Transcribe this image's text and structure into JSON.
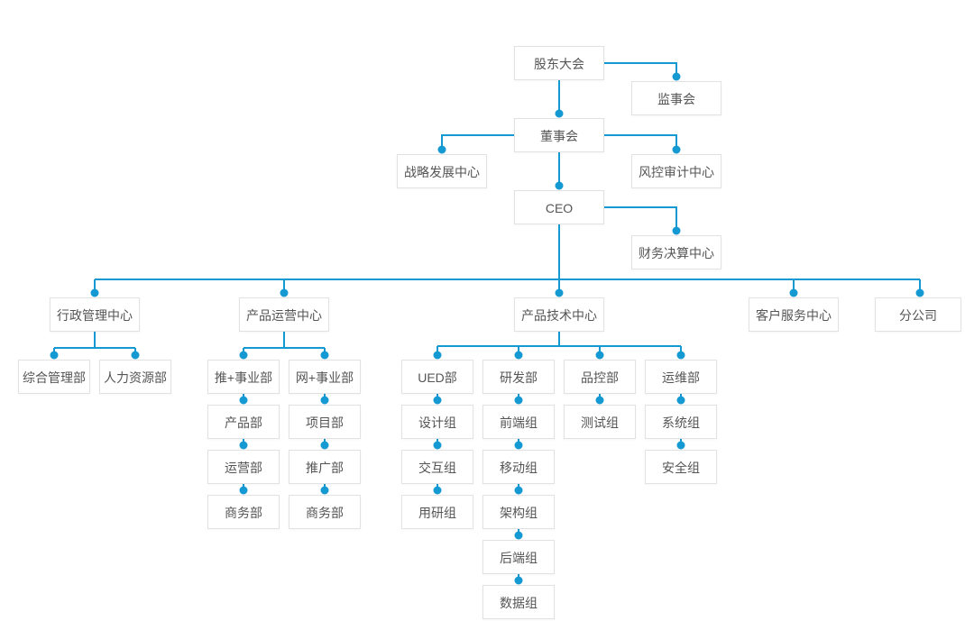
{
  "org_chart": {
    "accent_color": "#1499d3",
    "node_border_color": "#e2e2e2",
    "node_text_color": "#555555",
    "nodes": {
      "shareholders": {
        "label": "股东大会"
      },
      "supervisory": {
        "label": "监事会"
      },
      "board": {
        "label": "董事会"
      },
      "strategy": {
        "label": "战略发展中心"
      },
      "risk_audit": {
        "label": "风控审计中心"
      },
      "ceo": {
        "label": "CEO"
      },
      "finance": {
        "label": "财务决算中心"
      },
      "admin_center": {
        "label": "行政管理中心"
      },
      "general_mgmt": {
        "label": "综合管理部"
      },
      "hr": {
        "label": "人力资源部"
      },
      "product_ops_center": {
        "label": "产品运营中心"
      },
      "tui_division": {
        "label": "推+事业部"
      },
      "product_dept": {
        "label": "产品部"
      },
      "operations_dept": {
        "label": "运营部"
      },
      "business_dept_1": {
        "label": "商务部"
      },
      "wang_division": {
        "label": "网+事业部"
      },
      "project_dept": {
        "label": "项目部"
      },
      "promotion_dept": {
        "label": "推广部"
      },
      "business_dept_2": {
        "label": "商务部"
      },
      "product_tech_center": {
        "label": "产品技术中心"
      },
      "ued_dept": {
        "label": "UED部"
      },
      "design_group": {
        "label": "设计组"
      },
      "interaction_group": {
        "label": "交互组"
      },
      "user_research_group": {
        "label": "用研组"
      },
      "rd_dept": {
        "label": "研发部"
      },
      "frontend_group": {
        "label": "前端组"
      },
      "mobile_group": {
        "label": "移动组"
      },
      "architecture_group": {
        "label": "架构组"
      },
      "backend_group": {
        "label": "后端组"
      },
      "data_group": {
        "label": "数据组"
      },
      "qc_dept": {
        "label": "品控部"
      },
      "testing_group": {
        "label": "测试组"
      },
      "ops_dept": {
        "label": "运维部"
      },
      "system_group": {
        "label": "系统组"
      },
      "security_group": {
        "label": "安全组"
      },
      "customer_service_center": {
        "label": "客户服务中心"
      },
      "branch_company": {
        "label": "分公司"
      }
    },
    "edges": [
      [
        "shareholders",
        "supervisory"
      ],
      [
        "shareholders",
        "board"
      ],
      [
        "board",
        "strategy"
      ],
      [
        "board",
        "risk_audit"
      ],
      [
        "board",
        "ceo"
      ],
      [
        "ceo",
        "finance"
      ],
      [
        "ceo",
        "admin_center"
      ],
      [
        "ceo",
        "product_ops_center"
      ],
      [
        "ceo",
        "product_tech_center"
      ],
      [
        "ceo",
        "customer_service_center"
      ],
      [
        "ceo",
        "branch_company"
      ],
      [
        "admin_center",
        "general_mgmt"
      ],
      [
        "admin_center",
        "hr"
      ],
      [
        "product_ops_center",
        "tui_division"
      ],
      [
        "product_ops_center",
        "wang_division"
      ],
      [
        "tui_division",
        "product_dept"
      ],
      [
        "product_dept",
        "operations_dept"
      ],
      [
        "operations_dept",
        "business_dept_1"
      ],
      [
        "wang_division",
        "project_dept"
      ],
      [
        "project_dept",
        "promotion_dept"
      ],
      [
        "promotion_dept",
        "business_dept_2"
      ],
      [
        "product_tech_center",
        "ued_dept"
      ],
      [
        "product_tech_center",
        "rd_dept"
      ],
      [
        "product_tech_center",
        "qc_dept"
      ],
      [
        "product_tech_center",
        "ops_dept"
      ],
      [
        "ued_dept",
        "design_group"
      ],
      [
        "design_group",
        "interaction_group"
      ],
      [
        "interaction_group",
        "user_research_group"
      ],
      [
        "rd_dept",
        "frontend_group"
      ],
      [
        "frontend_group",
        "mobile_group"
      ],
      [
        "mobile_group",
        "architecture_group"
      ],
      [
        "architecture_group",
        "backend_group"
      ],
      [
        "backend_group",
        "data_group"
      ],
      [
        "qc_dept",
        "testing_group"
      ],
      [
        "ops_dept",
        "system_group"
      ],
      [
        "system_group",
        "security_group"
      ]
    ]
  }
}
